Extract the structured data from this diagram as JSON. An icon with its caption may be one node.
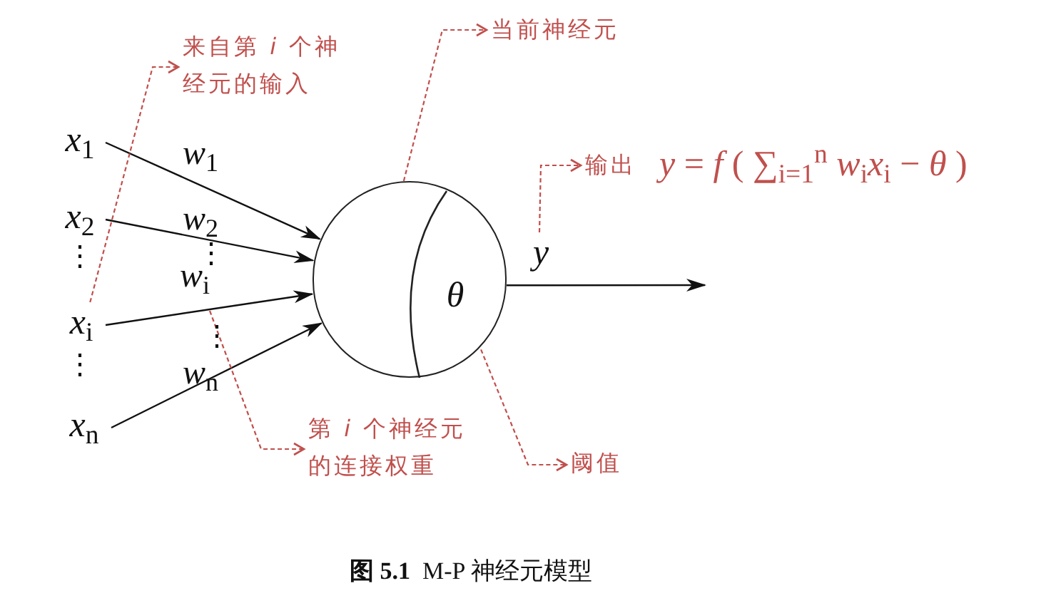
{
  "diagram": {
    "caption": "**图 5.1**  M-P 神经元模型",
    "nodes": [
      {
        "text": [
          "*x*$_{1}$"
        ]
      },
      {
        "text": [
          "*x*$_{2}$"
        ]
      },
      {
        "text": [
          "*x*$_{i}$"
        ]
      },
      {
        "text": [
          "*x*$_{n}$"
        ]
      },
      {
        "text": [],
        "shape": "circle"
      },
      {
        "text": [
          "*θ*"
        ],
        "in": 4
      },
      {
        "text": [
          "*y*"
        ]
      },
      {
        "text": [
          "来自第 *i* 个神经元的输入"
        ]
      },
      {
        "text": [
          "当前神经元"
        ]
      },
      {
        "text": [
          "输出",
          "*y* = *f* ( ∑$_{i=1}$$^{n}$ *w*$_{i}$*x*$_{i}$ − *θ* )"
        ]
      },
      {
        "text": [
          "第 *i* 个神经元的连接权重"
        ]
      },
      {
        "text": [
          "阈值"
        ]
      }
    ],
    "edges": [
      {
        "from": 0,
        "to": 4,
        "arrow": "to",
        "label": "*w*$_{1}$"
      },
      {
        "from": 1,
        "to": 4,
        "arrow": "to",
        "label": "*w*$_{2}$"
      },
      {
        "from": 2,
        "to": 4,
        "arrow": "to",
        "label": "*w*$_{i}$"
      },
      {
        "from": 3,
        "to": 4,
        "arrow": "to",
        "label": "*w*$_{n}$"
      },
      {
        "from": 4,
        "to": null,
        "arrow": "to"
      },
      {
        "from": 2,
        "to": 7,
        "arrow": "to",
        "style": "dashed",
        "color": "#c0504d"
      },
      {
        "from": 4,
        "to": 8,
        "arrow": "to",
        "style": "dashed",
        "color": "#c0504d"
      },
      {
        "from": 6,
        "to": 9,
        "arrow": "to",
        "style": "dashed",
        "color": "#c0504d"
      },
      {
        "from": null,
        "to": 10,
        "arrow": "to",
        "style": "dashed",
        "color": "#c0504d"
      },
      {
        "from": 5,
        "to": 11,
        "arrow": "to",
        "style": "dashed",
        "color": "#c0504d"
      }
    ],
    "labels": [
      "⋮",
      "⋮",
      "⋮",
      "⋮"
    ]
  }
}
